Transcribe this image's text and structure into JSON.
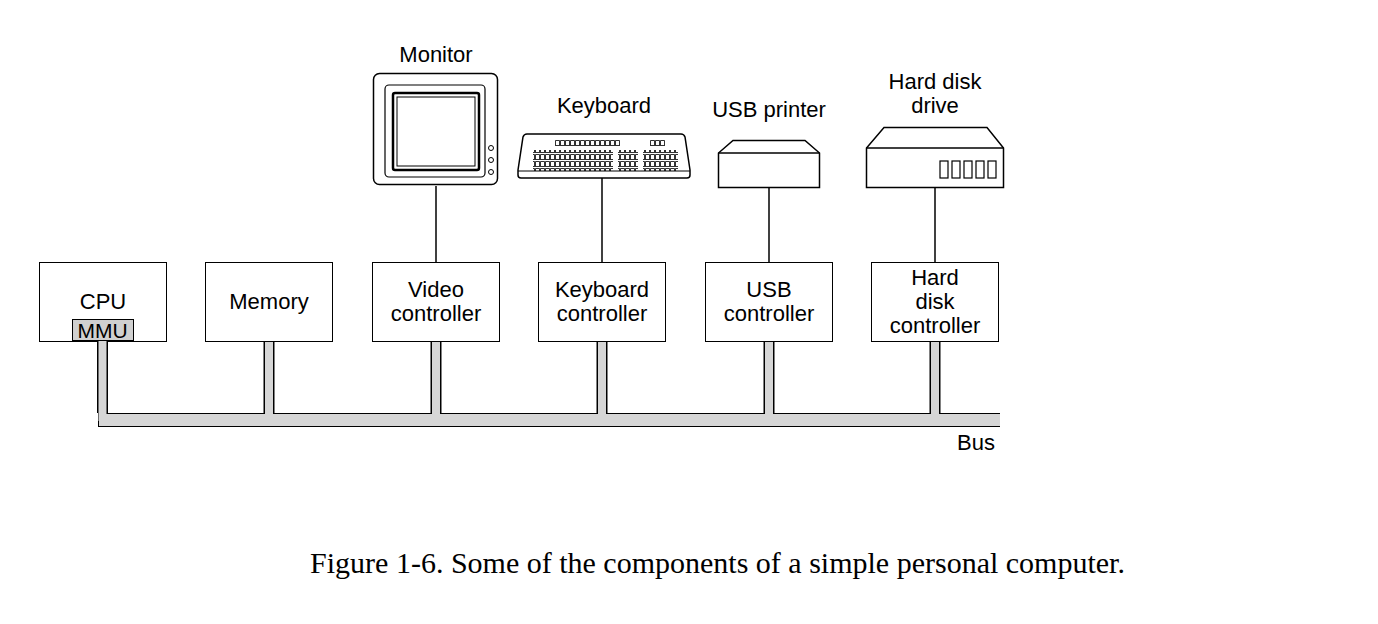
{
  "diagram": {
    "caption": "Figure 1-6. Some of the components of a simple personal computer.",
    "nodes": [
      {
        "text": [
          "CPU"
        ]
      },
      {
        "text": [
          "MMU"
        ],
        "in": 0
      },
      {
        "text": [
          "Memory"
        ]
      },
      {
        "text": [
          "Monitor"
        ]
      },
      {
        "text": [
          "Video controller"
        ]
      },
      {
        "text": [
          "Keyboard"
        ]
      },
      {
        "text": [
          "Keyboard controller"
        ]
      },
      {
        "text": [
          "USB printer"
        ]
      },
      {
        "text": [
          "USB controller"
        ]
      },
      {
        "text": [
          "Hard disk drive"
        ]
      },
      {
        "text": [
          "Hard disk controller"
        ]
      },
      {
        "text": [
          "Bus"
        ]
      }
    ],
    "edges": [
      {
        "from": 3,
        "to": 4,
        "arrow": "none"
      },
      {
        "from": 5,
        "to": 6,
        "arrow": "none"
      },
      {
        "from": 7,
        "to": 8,
        "arrow": "none"
      },
      {
        "from": 9,
        "to": 10,
        "arrow": "none"
      },
      {
        "from": 1,
        "to": 11,
        "arrow": "none"
      },
      {
        "from": 2,
        "to": 11,
        "arrow": "none"
      },
      {
        "from": 4,
        "to": 11,
        "arrow": "none"
      },
      {
        "from": 6,
        "to": 11,
        "arrow": "none"
      },
      {
        "from": 8,
        "to": 11,
        "arrow": "none"
      },
      {
        "from": 10,
        "to": 11,
        "arrow": "none"
      }
    ]
  }
}
